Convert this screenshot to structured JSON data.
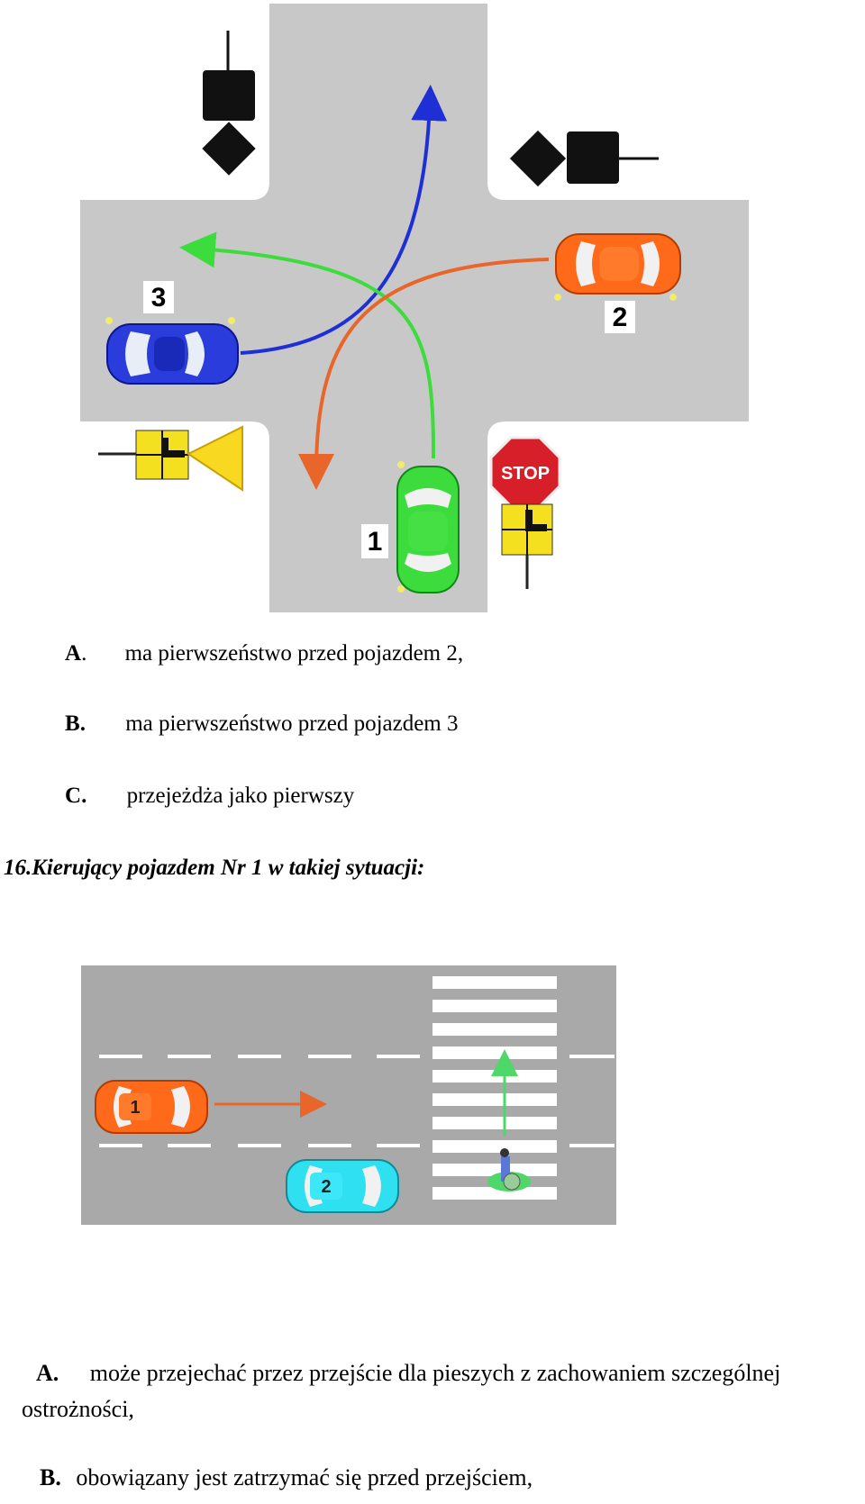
{
  "q15": {
    "options": [
      {
        "letter": "A",
        "punct": ".",
        "text": "ma pierwszeństwo przed pojazdem 2,"
      },
      {
        "letter": "B",
        "punct": ".",
        "text": "ma pierwszeństwo przed pojazdem 3"
      },
      {
        "letter": "C",
        "punct": ".",
        "text": "przejeżdża jako pierwszy"
      }
    ],
    "figure": {
      "vehicle_labels": [
        "1",
        "2",
        "3"
      ],
      "stop_sign_text": "STOP",
      "vehicle_colors": {
        "1": "#3ddc3d",
        "2": "#ff6a1a",
        "3": "#2a3cdc"
      },
      "arrow_colors": {
        "vehicle_1": "#3ddc3d",
        "vehicle_2": "#e8662a",
        "vehicle_3": "#1f2fd6"
      }
    }
  },
  "q16": {
    "title": "16.Kierujący pojazdem Nr 1 w takiej sytuacji:",
    "figure": {
      "vehicle_labels": [
        "1",
        "2"
      ],
      "vehicle_colors": {
        "1": "#ff6a1a",
        "2": "#2ee0f0"
      },
      "arrow_colors": {
        "vehicle_1": "#e8662a",
        "pedestrian": "#4ed86a"
      }
    },
    "options": [
      {
        "letter": "A.",
        "text": "może przejechać przez przejście dla pieszych z zachowaniem szczególnej",
        "text_cont": "ostrożności,"
      },
      {
        "letter": "B.",
        "text": "obowiązany jest zatrzymać się przed przejściem,"
      }
    ]
  }
}
